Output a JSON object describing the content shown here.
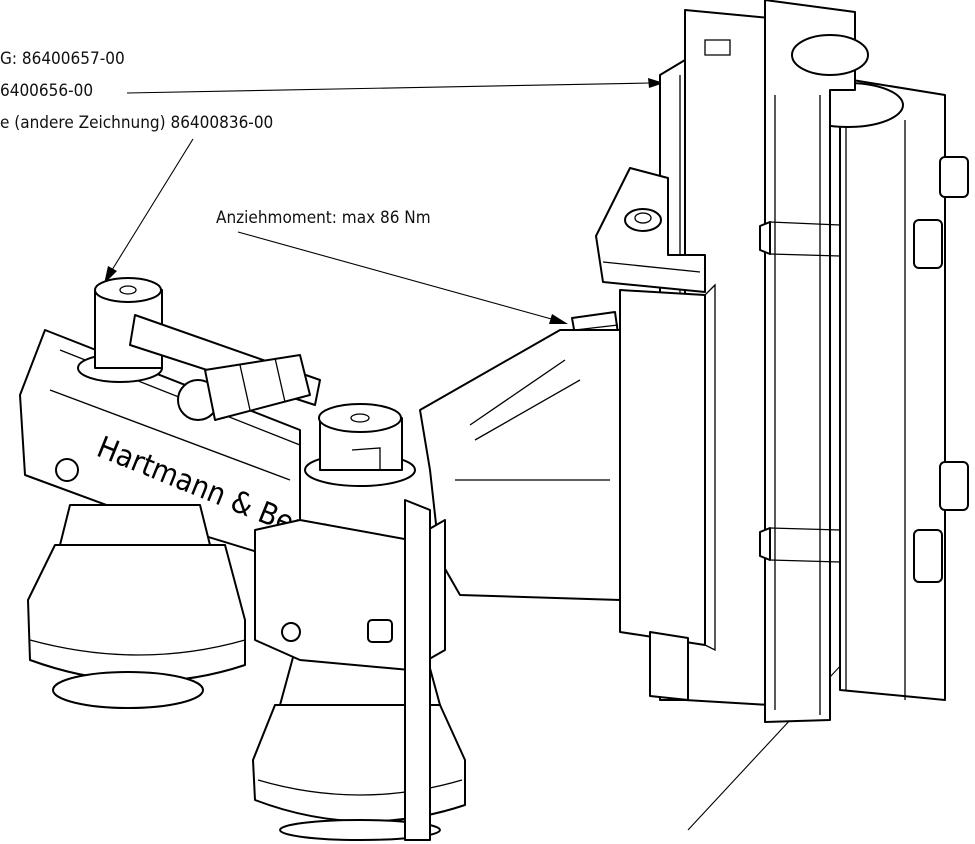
{
  "labels": {
    "line1": "G: 86400657-00",
    "line2": "6400656-00",
    "line3": "e (andere Zeichnung) 86400836-00",
    "torque": "Anziehmoment: max 86 Nm"
  },
  "brand": "Hartmann & Bend"
}
